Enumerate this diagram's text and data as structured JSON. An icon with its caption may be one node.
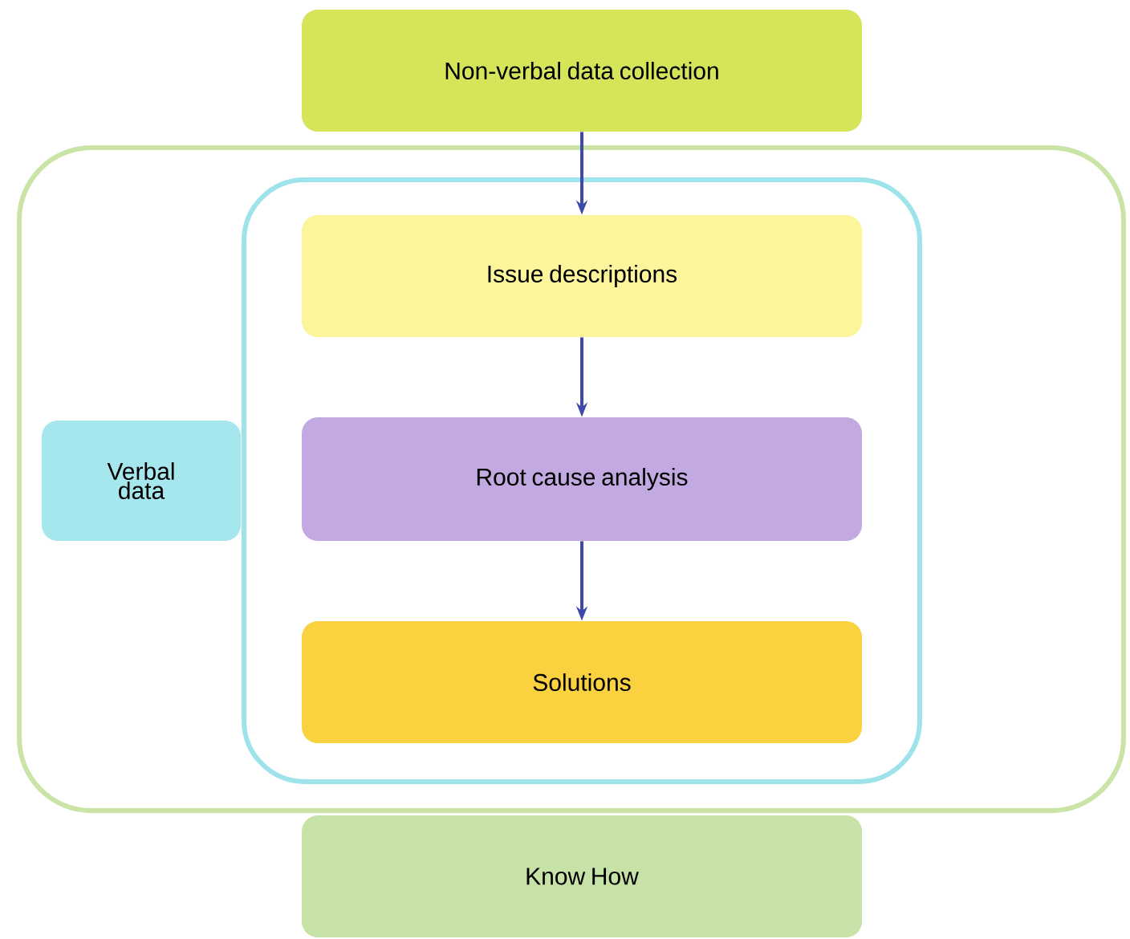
{
  "diagram": {
    "nodes": [
      {
        "text": [
          "Non-verbal data collection"
        ]
      },
      {
        "text": [],
        "shape": "box"
      },
      {
        "text": [
          "Verbal data"
        ],
        "in": 1
      },
      {
        "text": [],
        "shape": "box",
        "in": 1
      },
      {
        "text": [
          "Issue descriptions"
        ],
        "in": 3
      },
      {
        "text": [
          "Root cause analysis"
        ],
        "in": 3
      },
      {
        "text": [
          "Solutions"
        ],
        "in": 3
      },
      {
        "text": [
          "Know How"
        ]
      }
    ],
    "edges": [
      {
        "from": 0,
        "to": 4,
        "arrow": "to"
      },
      {
        "from": 4,
        "to": 5,
        "arrow": "to"
      },
      {
        "from": 5,
        "to": 6,
        "arrow": "to"
      }
    ]
  }
}
